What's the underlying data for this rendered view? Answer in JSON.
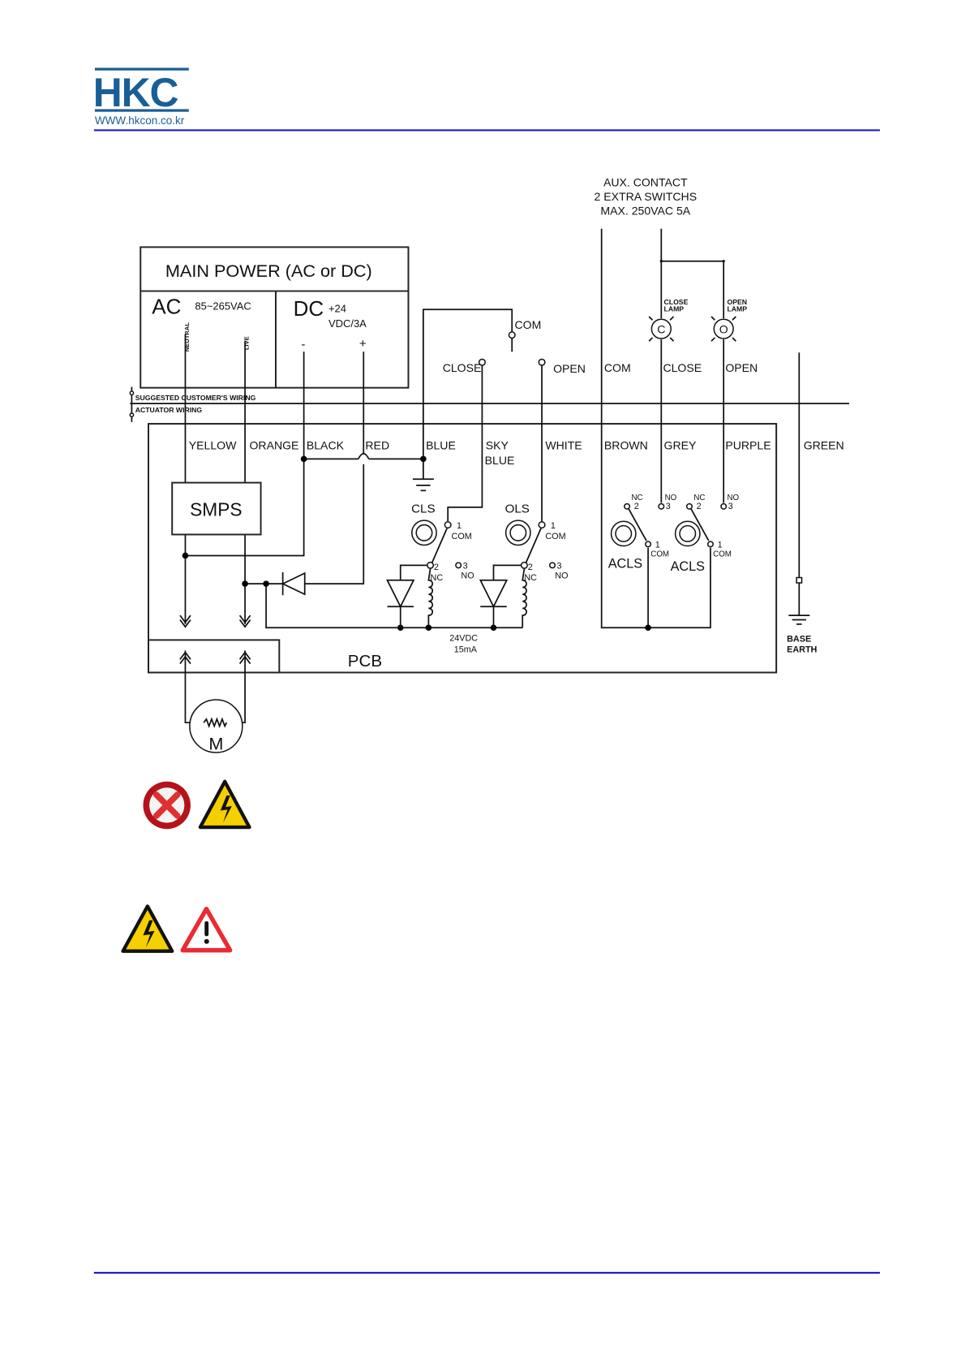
{
  "header": {
    "logo_text": "HKC",
    "url": "WWW.hkcon.co.kr",
    "accent": "#1a5e96",
    "rule_color": "#1a1acc"
  },
  "aux_contact": {
    "line1": "AUX. CONTACT",
    "line2": "2 EXTRA SWITCHS",
    "line3": "MAX. 250VAC 5A"
  },
  "main_power": {
    "title": "MAIN POWER (AC or DC)",
    "ac": "AC",
    "ac_range": "85~265VAC",
    "neutral": "NEUTRAL",
    "live": "LIVE",
    "dc": "DC",
    "dc_v": "+24",
    "dc_rating": "VDC/3A",
    "minus": "-",
    "plus": "+"
  },
  "wiring": {
    "suggested": "SUGGESTED CUSTOMER'S WIRING",
    "actuator": "ACTUATOR WIRING"
  },
  "terminals": {
    "com": "COM",
    "close": "CLOSE",
    "open": "OPEN",
    "aux_com": "COM",
    "aux_close": "CLOSE",
    "aux_open": "OPEN",
    "close_lamp_1": "CLOSE",
    "close_lamp_2": "LAMP",
    "open_lamp_1": "OPEN",
    "open_lamp_2": "LAMP",
    "lamp_c": "C",
    "lamp_o": "O"
  },
  "wires": {
    "yellow": "YELLOW",
    "orange": "ORANGE",
    "black": "BLACK",
    "red": "RED",
    "blue": "BLUE",
    "sky_1": "SKY",
    "sky_2": "BLUE",
    "white": "WHITE",
    "brown": "BROWN",
    "grey": "GREY",
    "purple": "PURPLE",
    "green": "GREEN"
  },
  "components": {
    "smps": "SMPS",
    "pcb": "PCB",
    "motor": "M",
    "cls": "CLS",
    "ols": "OLS",
    "acls": "ACLS",
    "coil_v": "24VDC",
    "coil_i": "15mA",
    "base": "BASE",
    "earth": "EARTH",
    "pin1": "1",
    "pin2": "2",
    "pin3": "3",
    "com": "COM",
    "nc": "NC",
    "no": "NO"
  },
  "icons": {
    "row1": [
      "prohibited-icon",
      "high-voltage-icon"
    ],
    "row2": [
      "high-voltage-icon",
      "warning-icon"
    ]
  }
}
